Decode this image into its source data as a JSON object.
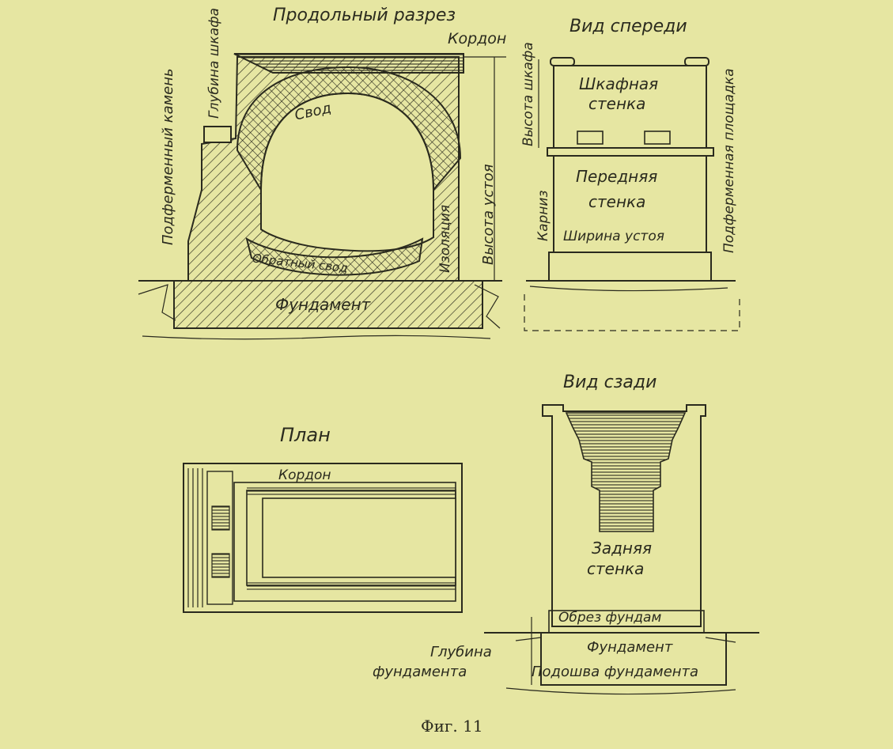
{
  "colors": {
    "paper": "#e6e6a2",
    "ink": "#2a2a1e"
  },
  "section": {
    "title": "Продольный разрез",
    "cordon": "Кордон",
    "cabinet_depth": "Глубина шкафа",
    "bearing_stone": "Подферменный камень",
    "vault": "Свод",
    "inverted_vault": "Обратный свод",
    "insulation": "Изоляция",
    "abutment_height": "Высота устоя",
    "foundation": "Фундамент"
  },
  "front": {
    "title": "Вид спереди",
    "cabinet_wall": [
      "Шкафная",
      "стенка"
    ],
    "cabinet_height": "Высота шкафа",
    "front_wall": [
      "Передняя",
      "стенка"
    ],
    "cornice": "Карниз",
    "abutment_width": "Ширина устоя",
    "bearing_platform": "Подферменная площадка"
  },
  "plan": {
    "title": "План",
    "cordon": "Кордон"
  },
  "rear": {
    "title": "Вид сзади",
    "rear_wall": [
      "Задняя",
      "стенка"
    ],
    "footing_edge": "Обрез фундам",
    "foundation_depth": [
      "Глубина",
      "фундамента"
    ],
    "foundation": "Фундамент",
    "foundation_base": "Подошва фундамента"
  },
  "caption": "Фиг. 11"
}
